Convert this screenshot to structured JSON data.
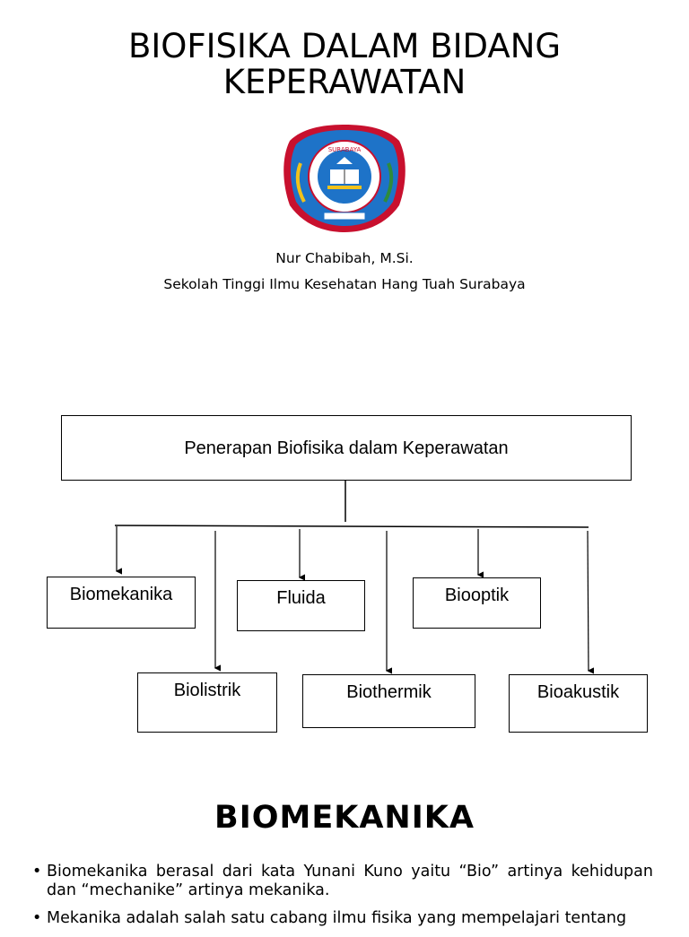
{
  "slide1": {
    "title_line1": "BIOFISIKA DALAM BIDANG",
    "title_line2": "KEPERAWATAN",
    "author": "Nur Chabibah, M.Si.",
    "institution": "Sekolah Tinggi Ilmu Kesehatan Hang Tuah Surabaya",
    "logo": {
      "icon": "stikes-hang-tuah-logo-icon",
      "text_top": "SURABAYA",
      "colors": {
        "outer": "#c8102e",
        "inner": "#1e73c8",
        "accent": "#f2c21b"
      }
    }
  },
  "slide2": {
    "root": "Penerapan Biofisika dalam Keperawatan",
    "branches": [
      "Biomekanika",
      "Fluida",
      "Biooptik",
      "Biolistrik",
      "Biothermik",
      "Bioakustik"
    ]
  },
  "slide3": {
    "title": "BIOMEKANIKA",
    "bullets": [
      "Biomekanika berasal dari kata Yunani Kuno yaitu “Bio” artinya kehidupan dan “mechanike” artinya mekanika.",
      "Mekanika adalah salah satu cabang ilmu fisika yang mempelajari tentang"
    ]
  }
}
